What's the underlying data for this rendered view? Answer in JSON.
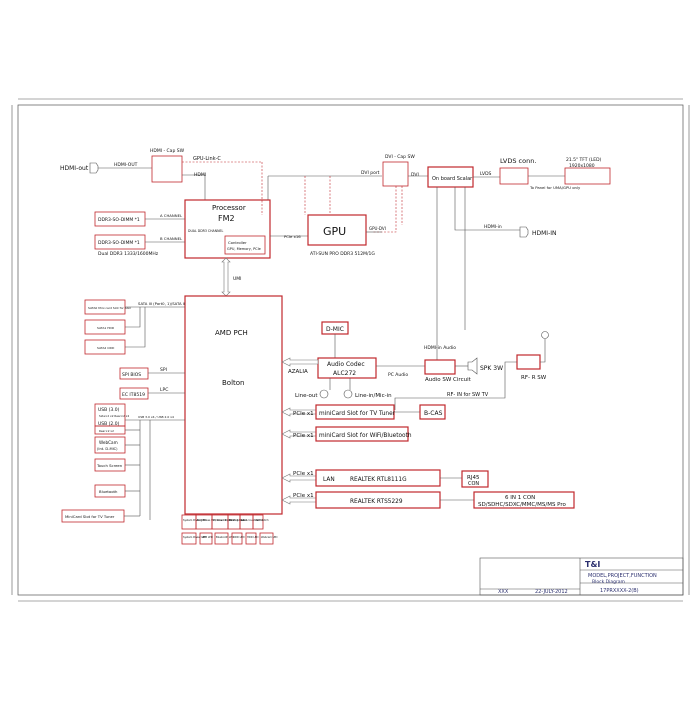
{
  "colors": {
    "box": "#c0282d",
    "wire": "#555555",
    "title_block": "#2b2f6e"
  },
  "hdmi_out": "HDMI-out",
  "hdmi_out_wire": "HDMI-OUT",
  "hdmi_cap_sw": "HDMI - Cap SW",
  "gpu_link_c": "GPU-Link-C",
  "hdmi_wire": "HDMI",
  "dvi_port": "DVI port",
  "dvi_cap_sw": "DVI - Cap SW",
  "dvi_wire": "DVI",
  "on_board_scalar": "On board Scalar",
  "lvds_conn": "LVDS conn.",
  "lvds_wire": "LVDS",
  "tft_title": "21.5\" TFT (LED)",
  "tft_res": "1920x1080",
  "to_panel": "To Panel for UMA/GPU only",
  "hdmi_in_wire": "HDMI-in",
  "hdmi_in": "HDMI-IN",
  "processor": "Processor",
  "fm2": "FM2",
  "ddr_a": "DDR3-SO-DIMM *1",
  "ddr_b": "DDR3-SO-DIMM *1",
  "a_channel": "A CHANNEL",
  "b_channel": "B CHANNEL",
  "dual_ddr_channel": "DUAL DDR3 CHANNEL",
  "ddr_speed": "Dual DDR3 1333/1600MHz",
  "controller": "Controller",
  "controller_sub": "GPU, Memory, PCIe",
  "pcie_x16": "PCIe x16",
  "gpu": "GPU",
  "gpu_dvi": "GPU-DVI",
  "gpu_caption": "ATI-SUN PRO DDR3 512M/1G",
  "umi": "UMI",
  "sata_left": [
    "SATA0 Mini card Slot for SSD",
    "SATA1 HDD",
    "SATA2 ODD"
  ],
  "sata_bus": "SATA III (Port0, 1)/SATA II",
  "spi_bios": "SPI BIOS",
  "spi": "SPI",
  "ec": "EC IT8519",
  "lpc": "LPC",
  "usb3": "USB (3.0)",
  "usb3_sub": "Side×2 x2 Rear×2 x2",
  "usb2": "USB (2.0)",
  "usb2_sub": "Rear×2 x2",
  "usb_bus": "USB 3.0 x4 / USB 2.0 x4",
  "webcam": "WebCam",
  "webcam_sub": "(Int. D-MIC)",
  "touch_screen": "Touch Screen",
  "bluetooth": "Bluetooth",
  "minicard_tv_left": "MiniCard Slot for TV Tuner",
  "amd_pch": "AMD PCH",
  "bolton": "Bolton",
  "d_mic": "D-MIC",
  "audio_codec": "Audio Codec",
  "alc272": "ALC272",
  "azalia": "AZALIA",
  "pc_audio": "PC Audio",
  "hdmi_in_audio": "HDMI-in Audio",
  "audio_sw_circuit": "Audio SW Circuit",
  "spk": "SPK 3W",
  "line_out": "Line-out",
  "line_in": "Line-in/Mic-in",
  "rf_r_sw": "RF- R SW",
  "rf_in": "RF- IN for SW TV",
  "pcie_x1": "PCIe x1",
  "minicard_tv": "miniCard Slot for TV Tuner",
  "b_cas": "B-CAS",
  "minicard_wifi": "miniCard Slot for WiFi/Bluetooth",
  "lan": "LAN",
  "realtek_lan": "REALTEK RTL8111G",
  "rj45": "RJ45",
  "rj45_sub": "CON",
  "realtek_card": "REALTEK RTS5229",
  "card_con": "6 IN 1 CON",
  "card_types": "SD/SDHC/SDXC/MMC/MS/MS Pro",
  "buttons_top": [
    "System Power LED",
    "Brightness UP / Down Switch",
    "Volume UP / Down Switch",
    "AV Play Switch",
    "Lens cover switch",
    "OSD Switch"
  ],
  "buttons_bottom": [
    "System Power LED",
    "WiFi LED",
    "Bluetooth LED",
    "ODD LED",
    "HDD LED",
    "Webcam LED"
  ],
  "title_company": "T&I",
  "title_model": "MODEL,PROJECT,FUNCTION",
  "title_block": "Block Diagram",
  "title_num": "17PRXXXX-2(B)",
  "title_xxx": "XXX",
  "title_date": "22-JULY-2012"
}
